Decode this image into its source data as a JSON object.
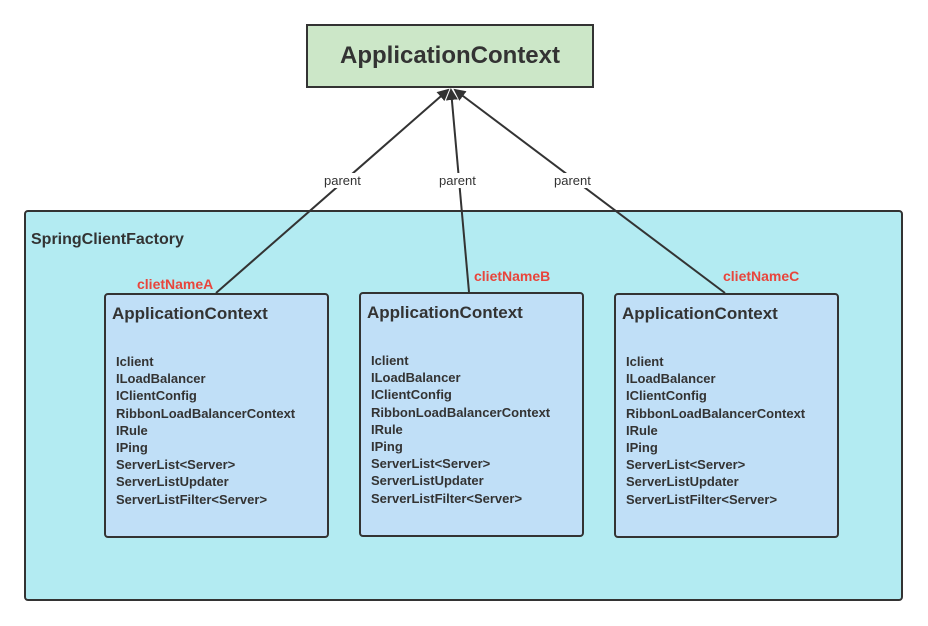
{
  "root_context": {
    "label": "ApplicationContext"
  },
  "factory": {
    "title": "SpringClientFactory"
  },
  "edge_label": "parent",
  "clients": [
    {
      "name": "clietNameA",
      "title": "ApplicationContext",
      "beans": [
        "Iclient",
        "ILoadBalancer",
        "IClientConfig",
        "RibbonLoadBalancerContext",
        "IRule",
        "IPing",
        "ServerList<Server>",
        "ServerListUpdater",
        "ServerListFilter<Server>"
      ]
    },
    {
      "name": "clietNameB",
      "title": "ApplicationContext",
      "beans": [
        "Iclient",
        "ILoadBalancer",
        "IClientConfig",
        "RibbonLoadBalancerContext",
        "IRule",
        "IPing",
        "ServerList<Server>",
        "ServerListUpdater",
        "ServerListFilter<Server>"
      ]
    },
    {
      "name": "clietNameC",
      "title": "ApplicationContext",
      "beans": [
        "Iclient",
        "ILoadBalancer",
        "IClientConfig",
        "RibbonLoadBalancerContext",
        "IRule",
        "IPing",
        "ServerList<Server>",
        "ServerListUpdater",
        "ServerListFilter<Server>"
      ]
    }
  ],
  "colors": {
    "root_fill": "#cce7c8",
    "factory_fill": "#b3ebf2",
    "client_fill": "#c0dff7",
    "client_name": "#e8453c",
    "stroke": "#333333"
  }
}
